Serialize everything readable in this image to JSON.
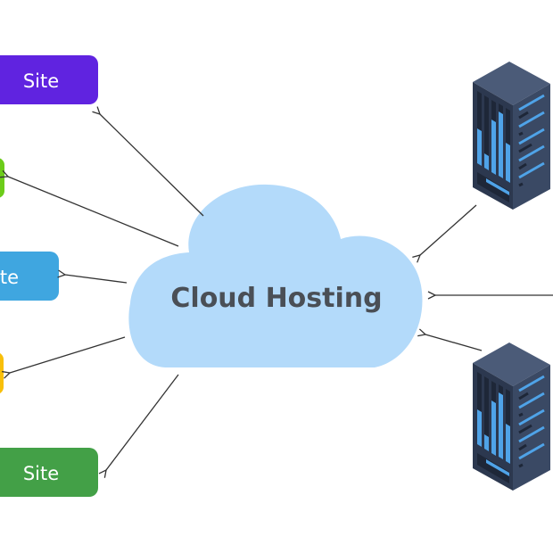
{
  "cloud": {
    "label": "Cloud Hosting",
    "color": "#b3dafa"
  },
  "sites": [
    {
      "label": "Site",
      "color": "#6023e0"
    },
    {
      "label": "",
      "color": "#6ccc1a"
    },
    {
      "label": "Site",
      "color": "#3fa6e0"
    },
    {
      "label": "",
      "color": "#f8bf0a"
    },
    {
      "label": "Site",
      "color": "#43a047"
    }
  ],
  "servers": [
    {
      "icon": "server-rack-icon"
    },
    {
      "icon": "server-rack-icon"
    }
  ],
  "colors": {
    "arrow": "#333333",
    "server_bar": "#4fa3e8",
    "server_body": "#2e3b52"
  }
}
